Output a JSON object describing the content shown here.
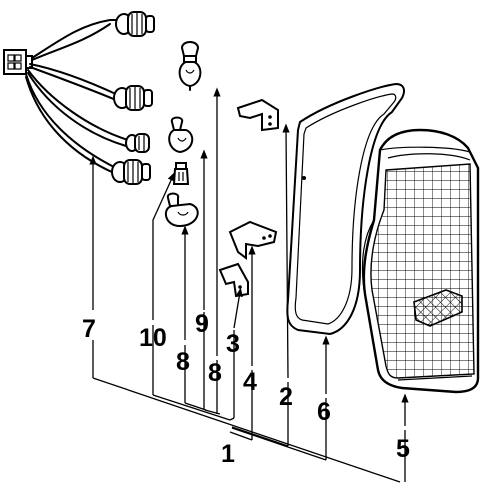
{
  "callouts": {
    "n1": "1",
    "n2": "2",
    "n3": "3",
    "n4": "4",
    "n5": "5",
    "n6": "6",
    "n7": "7",
    "n8a": "8",
    "n8b": "8",
    "n9": "9",
    "n10": "10"
  }
}
